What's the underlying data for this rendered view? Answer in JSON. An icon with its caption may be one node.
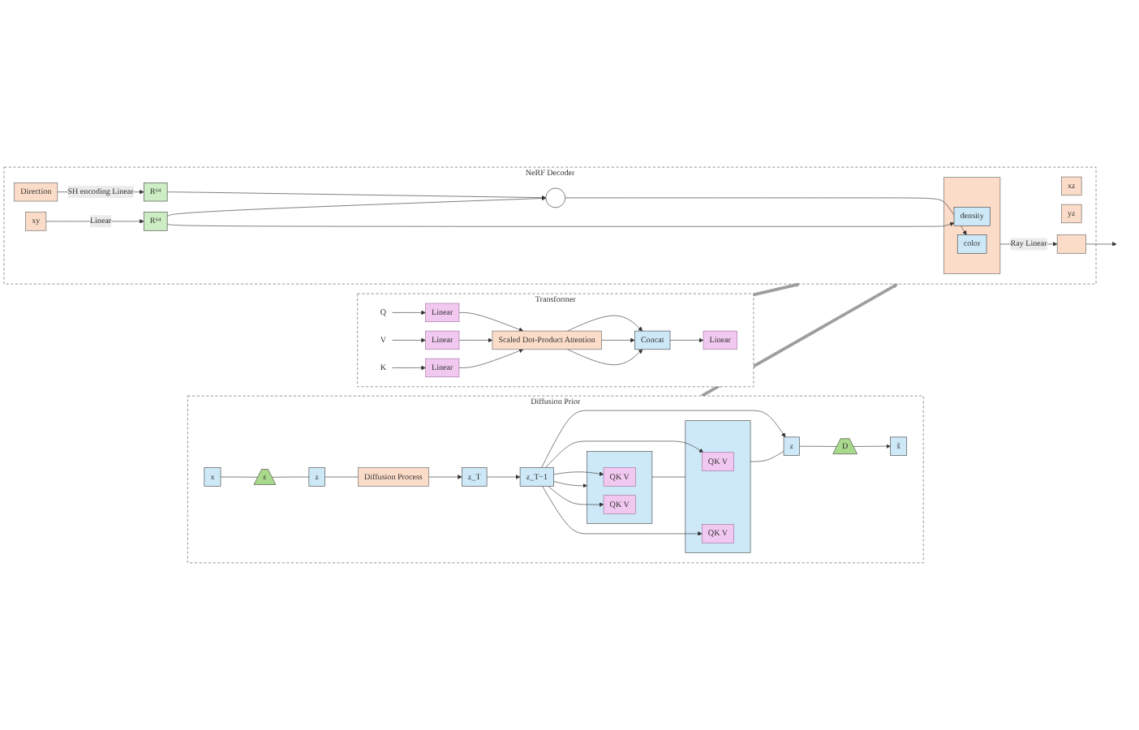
{
  "diagram": {
    "nodes": [
      {
        "text": [
          "Diffusion Prior"
        ]
      },
      {
        "text": [
          "x"
        ],
        "in": 0
      },
      {
        "text": [
          "ε"
        ],
        "in": 0
      },
      {
        "text": [
          "z"
        ],
        "in": 0
      },
      {
        "text": [
          "Diffusion Process"
        ],
        "in": 0
      },
      {
        "text": [
          "z_T"
        ],
        "in": 0
      },
      {
        "text": [
          "z_T−1"
        ],
        "in": 0
      },
      {
        "text": [],
        "shape": "trapezoid",
        "in": 0
      },
      {
        "text": [
          "QK V"
        ],
        "in": 7
      },
      {
        "text": [
          "QK V"
        ],
        "in": 7
      },
      {
        "text": [],
        "shape": "trapezoid",
        "in": 0
      },
      {
        "text": [
          "QK V"
        ],
        "in": 10
      },
      {
        "text": [
          "QK V"
        ],
        "in": 10
      },
      {
        "text": [
          "z"
        ],
        "in": 0
      },
      {
        "text": [
          "D"
        ],
        "in": 0
      },
      {
        "text": [
          "x̃"
        ],
        "in": 0
      },
      {
        "text": [
          "Transformer"
        ]
      },
      {
        "text": [
          "Q"
        ],
        "in": 16
      },
      {
        "text": [
          "Linear"
        ],
        "in": 16
      },
      {
        "text": [
          "V"
        ],
        "in": 16
      },
      {
        "text": [
          "Linear"
        ],
        "in": 16
      },
      {
        "text": [
          "K"
        ],
        "in": 16
      },
      {
        "text": [
          "Linear"
        ],
        "in": 16
      },
      {
        "text": [
          "Scaled Dot-Product Attention"
        ],
        "in": 16
      },
      {
        "text": [
          "Concat"
        ],
        "in": 16
      },
      {
        "text": [
          "Linear"
        ],
        "in": 16
      },
      {
        "text": [
          "NeRF Decoder"
        ]
      },
      {
        "text": [
          "Direction"
        ],
        "in": 26
      },
      {
        "text": [
          "R⁶⁴"
        ],
        "in": 26
      },
      {
        "text": [],
        "shape": "circle",
        "in": 26
      },
      {
        "text": [],
        "shape": "box",
        "in": 26
      },
      {
        "text": [
          "color"
        ],
        "in": 30
      },
      {
        "text": [
          "density"
        ],
        "in": 30
      },
      {
        "text": [
          "xz"
        ],
        "in": 26
      },
      {
        "text": [
          "xy"
        ],
        "in": 26
      },
      {
        "text": [
          "yz"
        ],
        "in": 26
      },
      {
        "text": [
          "R⁶⁴"
        ],
        "in": 26
      },
      {
        "text": [],
        "shape": "box",
        "in": 26
      }
    ],
    "edges": [
      {
        "from": 1,
        "to": 2,
        "arrow": "none"
      },
      {
        "from": 2,
        "to": 3,
        "arrow": "none"
      },
      {
        "from": 3,
        "to": 4,
        "arrow": "none"
      },
      {
        "from": 4,
        "to": 5,
        "arrow": "to"
      },
      {
        "from": 5,
        "to": 6,
        "arrow": "to"
      },
      {
        "from": 6,
        "to": 10,
        "arrow": "to"
      },
      {
        "from": 10,
        "to": 7,
        "arrow": "none"
      },
      {
        "from": 7,
        "to": 13,
        "arrow": "none"
      },
      {
        "from": 13,
        "to": 14,
        "arrow": "none"
      },
      {
        "from": 14,
        "to": 15,
        "arrow": "to"
      },
      {
        "from": 6,
        "to": 8,
        "arrow": "to"
      },
      {
        "from": 6,
        "to": 9,
        "arrow": "to"
      },
      {
        "from": 6,
        "to": 11,
        "arrow": "to"
      },
      {
        "from": 6,
        "to": 12,
        "arrow": "to"
      },
      {
        "from": 6,
        "to": 13,
        "arrow": "to"
      },
      {
        "from": 17,
        "to": 18,
        "arrow": "to"
      },
      {
        "from": 19,
        "to": 20,
        "arrow": "to"
      },
      {
        "from": 21,
        "to": 22,
        "arrow": "to"
      },
      {
        "from": 18,
        "to": 23,
        "arrow": "to"
      },
      {
        "from": 20,
        "to": 23,
        "arrow": "to"
      },
      {
        "from": 22,
        "to": 23,
        "arrow": "to"
      },
      {
        "from": 23,
        "to": 24,
        "arrow": "to"
      },
      {
        "from": 23,
        "to": 24,
        "arrow": "to"
      },
      {
        "from": 23,
        "to": 24,
        "arrow": "to"
      },
      {
        "from": 24,
        "to": 25,
        "arrow": "to"
      },
      {
        "from": 0,
        "to": 26,
        "arrow": "to",
        "style": "thick",
        "color": "#9e9e9e"
      },
      {
        "from": 16,
        "to": 26,
        "arrow": "to",
        "style": "thick",
        "color": "#9e9e9e"
      },
      {
        "from": 27,
        "to": 28,
        "label": "SH encoding Linear",
        "arrow": "to"
      },
      {
        "from": 28,
        "to": 29,
        "arrow": "to"
      },
      {
        "from": 36,
        "to": 29,
        "arrow": "to"
      },
      {
        "from": 29,
        "to": 31,
        "arrow": "to"
      },
      {
        "from": 36,
        "to": 32,
        "arrow": "to"
      },
      {
        "from": 34,
        "to": 36,
        "label": "Linear",
        "arrow": "to"
      },
      {
        "from": 30,
        "to": 37,
        "label": "Ray Linear",
        "arrow": "to"
      },
      {
        "from": 37,
        "to": null,
        "arrow": "to"
      }
    ]
  }
}
